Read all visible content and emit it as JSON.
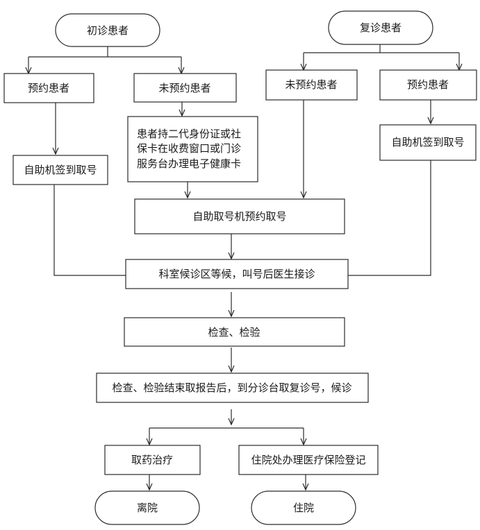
{
  "flowchart": {
    "first_visit": "初诊患者",
    "return_visit": "复诊患者",
    "first_appointment": "预约患者",
    "first_no_appointment": "未预约患者",
    "return_no_appointment": "未预约患者",
    "return_appointment": "预约患者",
    "first_kiosk_checkin": "自助机签到取号",
    "health_card_lines": [
      "患者持二代身份证或社",
      "保卡在收费窗口或门诊",
      "服务台办理电子健康卡"
    ],
    "return_kiosk_checkin": "自助机签到取号",
    "kiosk_ticket": "自助取号机预约取号",
    "waiting_area": "科室候诊区等候，叫号后医生接诊",
    "exam": "检查、检验",
    "report_return": "检查、检验结束取报告后，到分诊台取复诊号，候诊",
    "medication": "取药治疗",
    "inpatient_insurance": "住院处办理医疗保险登记",
    "discharge": "离院",
    "admission": "住院"
  }
}
